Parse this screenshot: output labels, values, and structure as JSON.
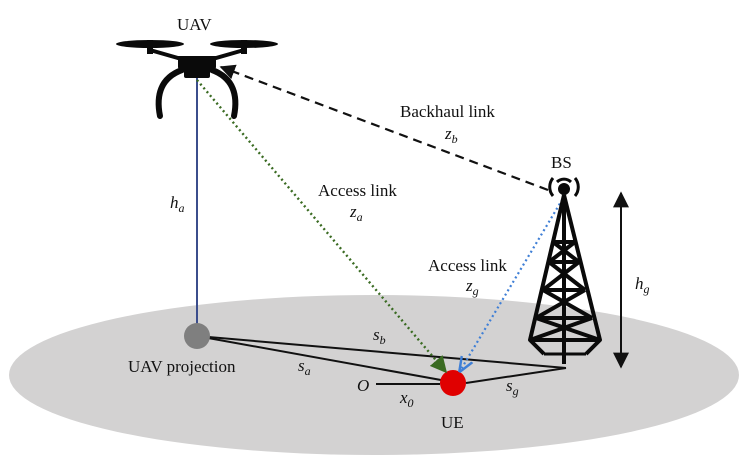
{
  "labels": {
    "uav": "UAV",
    "bs": "BS",
    "ue": "UE",
    "uav_projection": "UAV projection",
    "origin": "O",
    "backhaul_link": "Backhaul link",
    "access_link_uav": "Access link",
    "access_link_bs": "Access link"
  },
  "symbols": {
    "z_b": {
      "base": "z",
      "sub": "b"
    },
    "z_a": {
      "base": "z",
      "sub": "a"
    },
    "z_g": {
      "base": "z",
      "sub": "g"
    },
    "h_a": {
      "base": "h",
      "sub": "a"
    },
    "h_g": {
      "base": "h",
      "sub": "g"
    },
    "s_a": {
      "base": "s",
      "sub": "a"
    },
    "s_b": {
      "base": "s",
      "sub": "b"
    },
    "s_g": {
      "base": "s",
      "sub": "g"
    },
    "x_0": {
      "base": "x",
      "sub": "0"
    }
  },
  "colors": {
    "ground": "#d3d2d2",
    "ue": "#e00000",
    "uav_projection": "#7f7f7f",
    "uav_access_link": "#3a6b22",
    "bs_access_link": "#3f7fd6",
    "altitude_line": "#3b4d8c",
    "backhaul_link": "#111111"
  },
  "icons": {
    "uav": "drone-icon",
    "bs": "cell-tower-icon"
  }
}
